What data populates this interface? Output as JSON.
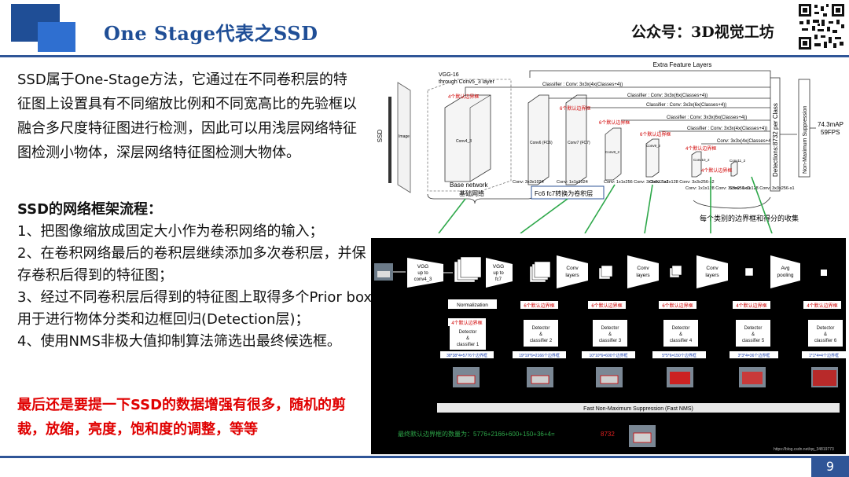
{
  "header": {
    "title": "One Stage代表之SSD",
    "brand": "公众号：3D视觉工坊"
  },
  "body": {
    "intro": "SSD属于One-Stage方法，它通过在不同卷积层的特征图上设置具有不同缩放比例和不同宽高比的先验框以融合多尺度特征图进行检测，因此可以用浅层网络特征图检测小物体，深层网络特征图检测大物体。",
    "section_title": "SSD的网络框架流程：",
    "steps": [
      "1、把图像缩放成固定大小作为卷积网络的输入；",
      "2、在卷积网络最后的卷积层继续添加多次卷积层，并保存卷积后得到的特征图；",
      "3、经过不同卷积层后得到的特征图上取得多个Prior box用于进行物体分类和边框回归(Detection层)；",
      "4、使用NMS非极大值抑制算法筛选出最终候选框。"
    ],
    "note": "最后还是要提一下SSD的数据增强有很多，随机的剪裁，放缩，亮度，饱和度的调整，等等"
  },
  "top_diagram": {
    "extra_label": "Extra Feature Layers",
    "vgg_label": "VGG-16",
    "vgg_sub": "through Conv5_3 layer",
    "input_label": "SSD",
    "image_label": "Image",
    "base_network": "Base network",
    "base_network_cn": "基础网络",
    "fc_label": "Fc6 fc7转换为卷积层",
    "classifiers": [
      "Classifier : Conv: 3x3x(4x(Classes+4))",
      "Classifier : Conv: 3x3x(6x(Classes+4))",
      "Classifier : Conv: 3x3x(6x(Classes+4))",
      "Classifier : Conv: 3x3x(6x(Classes+4))",
      "Classifier : Conv: 3x3x(4x(Classes+4))",
      "Conv: 3x3x(4x(Classes+4))"
    ],
    "box_labels": [
      "4个默认边界框",
      "6个默认边界框",
      "6个默认边界框",
      "6个默认边界框",
      "4个默认边界框",
      "4个默认边界框"
    ],
    "detections": "Detections:8732 per Class",
    "nms": "Non-Maximum Suppression",
    "result_map": "74.3mAP",
    "result_fps": "59FPS",
    "collect_label": "每个类别的边界框和得分的收集",
    "layer_names": [
      "Conv4_3",
      "Conv6 (FC6)",
      "Conv7 (FC7)",
      "Conv8_2",
      "Conv9_2",
      "Conv10_2",
      "Conv11_2"
    ],
    "conv_params": [
      "Conv: 3x3x1024",
      "Conv: 1x1x1024",
      "Conv: 1x1x256 Conv: 3x3x512-s2",
      "Conv: 1x1x128 Conv: 3x3x256-s2",
      "Conv: 1x1x128 Conv: 3x3x256-s1",
      "Conv: 1x1x128 Conv: 3x3x256-s1"
    ]
  },
  "bottom_diagram": {
    "stages": [
      "VGG up to conv4_3",
      "VGG up to fc7",
      "Conv layers",
      "Conv layers",
      "Conv layers",
      "Avg pooling"
    ],
    "normalization": "Normalization",
    "box_labels": [
      "4个默认边界框",
      "6个默认边界框",
      "6个默认边界框",
      "6个默认边界框",
      "4个默认边界框",
      "4个默认边界框"
    ],
    "detectors": [
      "Detector & classifier 1",
      "Detector & classifier 2",
      "Detector & classifier 3",
      "Detector & classifier 4",
      "Detector & classifier 5",
      "Detector & classifier 6"
    ],
    "counts": [
      "38*38*4=5776个边界框",
      "19*19*6=2166个边界框",
      "10*10*6=600个边界框",
      "5*5*6=150个边界框",
      "3*3*4=36个边界框",
      "1*1*4=4个边界框"
    ],
    "nms_bar": "Fast Non-Maximum Suppression (Fast NMS)",
    "total_label": "最终默认边界框的数量为：5776+2166+600+150+36+4=",
    "total_value": "8732",
    "watermark": "https://blog.csdn.net/qq_34819773"
  },
  "footer": {
    "page": "9"
  },
  "colors": {
    "accent": "#1f4e96",
    "rule": "#2f5597",
    "red": "#e00000",
    "green": "#2ea84a"
  }
}
